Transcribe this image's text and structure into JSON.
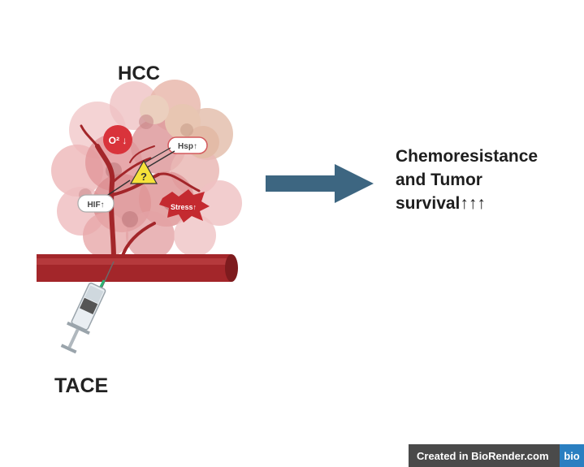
{
  "title_tumor": "HCC",
  "title_procedure": "TACE",
  "outcome": {
    "line1": "Chemoresistance",
    "line2": "and Tumor",
    "line3": "survival↑↑↑"
  },
  "labels": {
    "oxygen": "O² ↓",
    "hsp": "Hsp↑",
    "hif": "HIF↑",
    "stress": "Stress↑",
    "question": "?"
  },
  "credit": {
    "text": "Created in BioRender.com",
    "logo": "bio"
  },
  "colors": {
    "arrow": "#3d6681",
    "vessel": "#a3262a",
    "tumor": "#e7a8aa",
    "warning": "#f5e23a"
  }
}
